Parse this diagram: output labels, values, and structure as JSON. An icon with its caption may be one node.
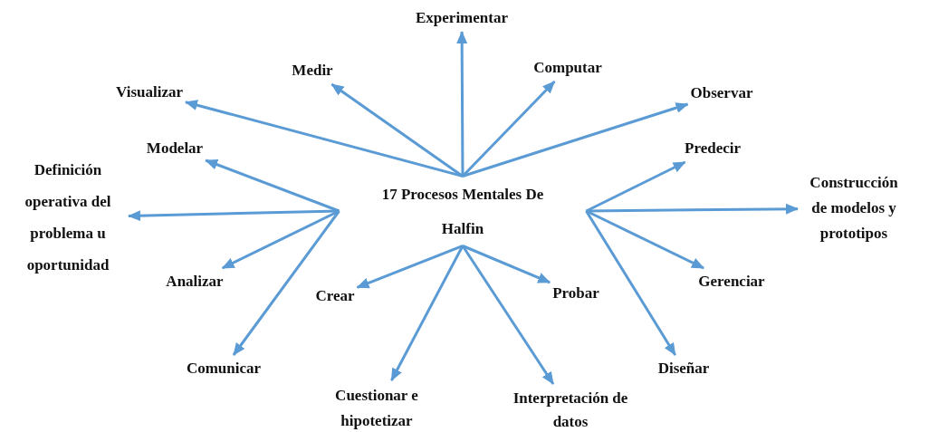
{
  "diagram": {
    "nodes": [
      {
        "text": [
          "17 Procesos Mentales De Halfin"
        ]
      },
      {
        "text": [
          "Experimentar"
        ]
      },
      {
        "text": [
          "Medir"
        ]
      },
      {
        "text": [
          "Visualizar"
        ]
      },
      {
        "text": [
          "Computar"
        ]
      },
      {
        "text": [
          "Observar"
        ]
      },
      {
        "text": [
          "Modelar"
        ]
      },
      {
        "text": [
          "Definición operativa del problema u oportunidad"
        ]
      },
      {
        "text": [
          "Analizar"
        ]
      },
      {
        "text": [
          "Comunicar"
        ]
      },
      {
        "text": [
          "Predecir"
        ]
      },
      {
        "text": [
          "Construcción de modelos y prototipos"
        ]
      },
      {
        "text": [
          "Gerenciar"
        ]
      },
      {
        "text": [
          "Diseñar"
        ]
      },
      {
        "text": [
          "Crear"
        ]
      },
      {
        "text": [
          "Probar"
        ]
      },
      {
        "text": [
          "Cuestionar e hipotetizar"
        ]
      },
      {
        "text": [
          "Interpretación de datos"
        ]
      }
    ],
    "edges": [
      {
        "from": 0,
        "to": 1,
        "arrow": "to"
      },
      {
        "from": 0,
        "to": 2,
        "arrow": "to"
      },
      {
        "from": 0,
        "to": 3,
        "arrow": "to"
      },
      {
        "from": 0,
        "to": 4,
        "arrow": "to"
      },
      {
        "from": 0,
        "to": 5,
        "arrow": "to"
      },
      {
        "from": 0,
        "to": 6,
        "arrow": "to"
      },
      {
        "from": 0,
        "to": 7,
        "arrow": "to"
      },
      {
        "from": 0,
        "to": 8,
        "arrow": "to"
      },
      {
        "from": 0,
        "to": 9,
        "arrow": "to"
      },
      {
        "from": 0,
        "to": 10,
        "arrow": "to"
      },
      {
        "from": 0,
        "to": 11,
        "arrow": "to"
      },
      {
        "from": 0,
        "to": 12,
        "arrow": "to"
      },
      {
        "from": 0,
        "to": 13,
        "arrow": "to"
      },
      {
        "from": 0,
        "to": 14,
        "arrow": "to"
      },
      {
        "from": 0,
        "to": 15,
        "arrow": "to"
      },
      {
        "from": 0,
        "to": 16,
        "arrow": "to"
      },
      {
        "from": 0,
        "to": 17,
        "arrow": "to"
      }
    ]
  }
}
